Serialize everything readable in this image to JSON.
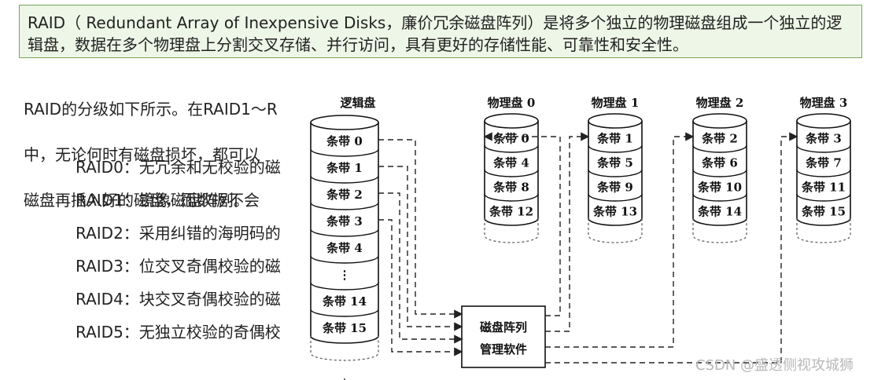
{
  "definition": "RAID（ Redundant Array of Inexpensive Disks，廉价冗余磁盘阵列）是将多个独立的物理磁盘组成一个独立的逻辑盘，数据在多个物理盘上分割交叉存储、并行访问，具有更好的存储性能、可靠性和安全性。",
  "intro_lines": [
    "RAID的分级如下所示。在RAID1～R",
    "中，无论何时有磁盘损坏，都可以",
    "磁盘再插入好的磁盘，而数据不会"
  ],
  "levels": [
    "RAID0：无冗余和无校验的磁",
    "RAID1：镜像磁盘阵列。",
    "RAID2：采用纠错的海明码的",
    "RAID3：位交叉奇偶校验的磁",
    "RAID4：块交叉奇偶校验的磁",
    "RAID5：无独立校验的奇偶校"
  ],
  "figure": {
    "logical_disk": {
      "title": "逻辑盘",
      "stripes": [
        "条带 0",
        "条带 1",
        "条带 2",
        "条带 3",
        "条带 4",
        "⋮",
        "条带 14",
        "条带 15"
      ]
    },
    "physical_disks": [
      {
        "title": "物理盘 0",
        "stripes": [
          "条带 0",
          "条带 4",
          "条带 8",
          "条带 12"
        ]
      },
      {
        "title": "物理盘 1",
        "stripes": [
          "条带 1",
          "条带 5",
          "条带 9",
          "条带 13"
        ]
      },
      {
        "title": "物理盘 2",
        "stripes": [
          "条带 2",
          "条带 6",
          "条带 10",
          "条带 14"
        ]
      },
      {
        "title": "物理盘 3",
        "stripes": [
          "条带 3",
          "条带 7",
          "条带 11",
          "条带 15"
        ]
      }
    ],
    "controller": {
      "line1": "磁盘阵列",
      "line2": "管理软件"
    }
  },
  "footer": "CSDN @盛透侧视攻城狮"
}
